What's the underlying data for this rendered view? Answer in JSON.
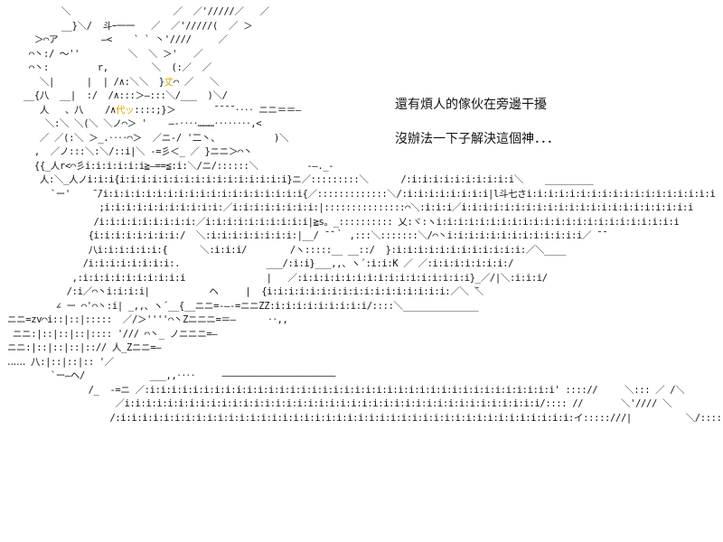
{
  "highlight_color": "#e0a800",
  "text_color": "#111111",
  "background": "#ffffff",
  "dialogue": {
    "line1": "還有煩人的傢伙在旁邊干擾",
    "line2": "沒辦法一下子解決這個神．．．"
  },
  "ascii_art": {
    "highlight1": "丈",
    "highlight2": "代ッ",
    "seg01": "          ＼                   ／  ／'/////／   ／\n          __}＼/  斗ｰ一一   ／  ／'/////(  ／ ＞\n     ＞⌒ア        ―<    ` ` 丶'////     ／\n    ⌒丶:/ ～''         ＼  ＼ ＞'   ／\n    ⌒丶:         r,        ＼  (:／  ／\n      ＼|      |  | /∧:＼＼  }",
    "seg02": "⌒ ／   ＼\n   __{八  __|  :/  /∧:::＞―:::＼/___  )＼/\n      人   、八    /∧",
    "seg03": "::::;}＞       ̄ ̄ ̄ ̄ ‥‥ ニニ＝＝―\n       ＼:＼ ＼(＼ ＼ノ⌒＞ '    ―-‥‥………‥‥‥‥,<\n      ／ ／(:＼ ＞_.‥‥⌒＞  ／ニ-/ '二丶、          )＼\n     ,  ／ノ:::＼:＼/::i|＼ -=彡＜_ ／ }ニニ＞⌒丶\n     {{_人r<⌒彡i:i:i:i:i:i≧―==≦:i:＼/ニ/::::::＼         -―._-\n      人:＼_人ノi:i:i{i:i:i:i:i:i:i:i:i:i:i:i:i:i:i:i}ニ／:::::::::＼      /:i:i:i:i:i:i:i:i:i:i＼    _________\n        `ー'    ̄ ̄/i:i:i:i:i:i:i:i:i:i:i:i:i:i:i:i:i:i:i{／:::::::::::::＼/:i:i:i:i:i:i:i:i|l斗七さi:i:i:i:i:i:i:i:i:i:i:i:i:i:i:i:i:i\n                 ;i:i:i:i:i:i:i:i:i:i:i:／i:i:i:i:i:i:i:i:|:::::::::::::::⌒＼:i:i:i／i:i:i:i:i:i:i:i:i:i:i:i:i:i:i:i:i:i:i:i:i:i\n                /i:i:i:i:i:i:i:i:i:／i:i:i:i:i:i:i:i:i:i|≧s。_:::::::::: 乂:ヾ:ヽi:i:i:i:i:i:i:i:i:i:i:i:i:i:i:i:i:i:i:i:i:i:i\n               {i:i:i:i:i:i:i:i:/  ＼:i:i:i:i:i:i:i:i:|__/ ̄ ̄ ｀ ,:::＼:::::::＼/⌒丶i:i:i:i:i:i:i:i:i:i:i:i:i／ ̄ ̄\n               八i:i:i:i:i:i:{      ＼:i:i:i/        /ヽ:::::__ __::/  }:i:i:i:i:i:i:i:i:i:i:i:i:／＼____\n              /i:i:i:i:i:i:i:i:.                ___/:i:i}___,,、ヽ´:i:i:K ／ ／:i:i:i:i:i:i:i:/\n            ,:i:i:i:i:i:i:i:i:i:i               |   ／:i:i:i:i:i:i:i:i:i:i:i:i:i:i:i:i}_／/|＼:i:i:i/\n           /:i／⌒丶i:i:i:i|           ヘ     |  {i:i:i:i:i:i:i:i:i:i:i:i:i:i:i:i:i:／＼ ̄＼\n         ∠ ー ⌒'⌒丶:i| _,,、ヽ´__{__ニニ=-―-=ニニZZ:i:i:i:i:i:i:i:i:i/::::＼______________\nニニ=zv⌒i::|::|:::::  ／/＞''''⌒丶Zニニニ=＝―      ‥,,\n ニニ:|::|::|::|:::: '/// ⌒丶_ ノニニニ=―\nニニ:|::|::|::|::// 人_Zニニ=―\n‥‥‥ 八:|::|::|:: '／\n        `ー―ヘ/            ___,,‥‥     ―――――――――――――――――――――\n               /_  -=ニ ／:i:i:i:i:i:i:i:i:i:i:i:i:i:i:i:i:i:i:i:i:i:i:i:i:i:i:i:i:i:i:i:i:i:i:i:i:i:i' :::://     ＼::: ／ /＼\n                    ／i:i:i:i:i:i:i:i:i:i:i:i:i:i:i:i:i:i:i:i:i:i:i:i:i:i:i:i:i:i:i:i:i:i:i:i:i:i:i/:::: //       ＼'//// ＼\n                   /:i:i:i:i:i:i:i:i:i:i:i:i:i:i:i:i:i:i:i:i:i:i:i:i:i:i:i:i:i:i:i:i:i:i:i:i:i:i:i:i:i:i:イ:::::///|          ＼/::::::."
  }
}
